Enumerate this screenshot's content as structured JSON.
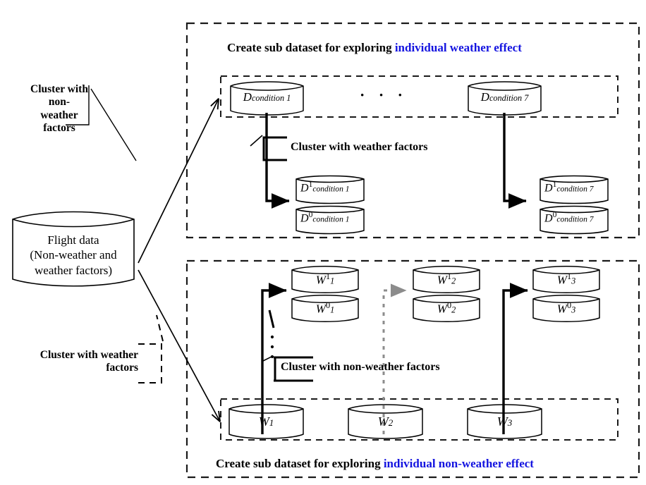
{
  "diagram": {
    "title_top_black": "Create sub dataset for exploring ",
    "title_top_blue": "individual weather effect",
    "title_bottom_black": "Create sub dataset for exploring ",
    "title_bottom_blue": "individual non-weather effect",
    "accent_color": "#1414e0",
    "line_color": "#000000",
    "muted_arrow_color": "#8c8c8c"
  },
  "source": {
    "line1": "Flight data",
    "line2": "(Non-weather and",
    "line3": "weather factors)"
  },
  "annotations": {
    "cluster_non_weather_left": "Cluster with non-\nweather factors",
    "cluster_non_weather_left_l1": "Cluster with non-",
    "cluster_non_weather_left_l2": "weather factors",
    "cluster_weather_left_l1": "Cluster with weather",
    "cluster_weather_left_l2": "factors",
    "cluster_weather_top": "Cluster with weather factors",
    "cluster_non_weather_bottom": "Cluster with non-weather factors",
    "ellipsis": "· · ·",
    "vertical_ellipsis": "."
  },
  "top_section": {
    "parents": [
      {
        "base": "D",
        "sub": "condition 1"
      },
      {
        "base": "D",
        "sub": "condition 7"
      }
    ],
    "children_left": [
      {
        "base": "D",
        "sup": "1",
        "sub": "condition 1"
      },
      {
        "base": "D",
        "sup": "0",
        "sub": "condition 1"
      }
    ],
    "children_right": [
      {
        "base": "D",
        "sup": "1",
        "sub": "condition 7"
      },
      {
        "base": "D",
        "sup": "0",
        "sub": "condition 7"
      }
    ]
  },
  "bottom_section": {
    "parents": [
      {
        "base": "W",
        "sub": "1"
      },
      {
        "base": "W",
        "sub": "2"
      },
      {
        "base": "W",
        "sub": "3"
      }
    ],
    "children": [
      [
        {
          "base": "W",
          "sup": "1",
          "sub": "1"
        },
        {
          "base": "W",
          "sup": "0",
          "sub": "1"
        }
      ],
      [
        {
          "base": "W",
          "sup": "1",
          "sub": "2"
        },
        {
          "base": "W",
          "sup": "0",
          "sub": "2"
        }
      ],
      [
        {
          "base": "W",
          "sup": "1",
          "sub": "3"
        },
        {
          "base": "W",
          "sup": "0",
          "sub": "3"
        }
      ]
    ]
  }
}
